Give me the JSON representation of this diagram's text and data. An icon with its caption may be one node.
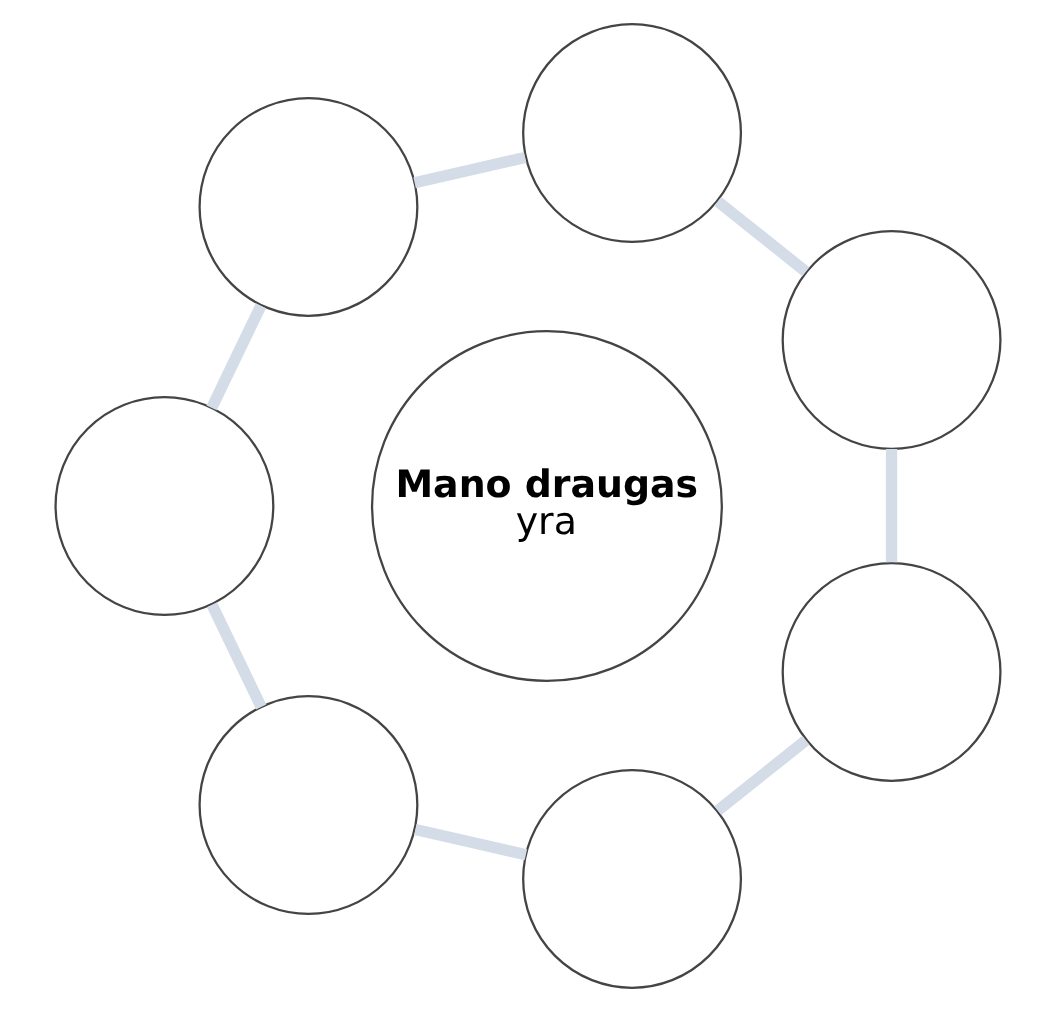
{
  "diagram": {
    "nodes": [
      {
        "text": [
          "Mano draugas",
          "yra"
        ]
      },
      {
        "text": [],
        "shape": "circle"
      },
      {
        "text": [],
        "shape": "circle"
      },
      {
        "text": [],
        "shape": "circle"
      },
      {
        "text": [],
        "shape": "circle"
      },
      {
        "text": [],
        "shape": "circle"
      },
      {
        "text": [],
        "shape": "circle"
      },
      {
        "text": [],
        "shape": "circle"
      }
    ],
    "edges": [
      {
        "from": 1,
        "to": 2,
        "arrow": "none"
      },
      {
        "from": 2,
        "to": 3,
        "arrow": "none"
      },
      {
        "from": 3,
        "to": 4,
        "arrow": "none"
      },
      {
        "from": 4,
        "to": 5,
        "arrow": "none"
      },
      {
        "from": 5,
        "to": 6,
        "arrow": "none"
      },
      {
        "from": 6,
        "to": 7,
        "arrow": "none"
      },
      {
        "from": 7,
        "to": 1,
        "arrow": "none"
      }
    ]
  }
}
